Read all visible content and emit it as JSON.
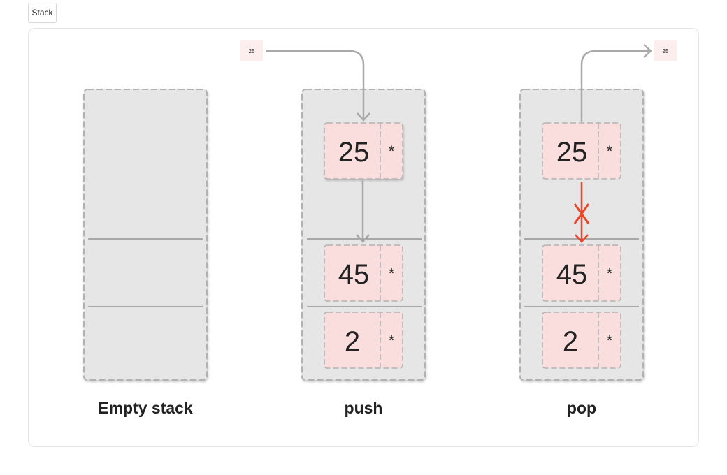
{
  "frame": {
    "tab_label": "Stack"
  },
  "diagrams": {
    "empty": {
      "caption": "Empty stack"
    },
    "push": {
      "caption": "push",
      "incoming_label": "25",
      "nodes": [
        {
          "value": "25",
          "pointer": "*"
        },
        {
          "value": "45",
          "pointer": "*"
        },
        {
          "value": "2",
          "pointer": "*"
        }
      ]
    },
    "pop": {
      "caption": "pop",
      "outgoing_label": "25",
      "nodes": [
        {
          "value": "25",
          "pointer": "*"
        },
        {
          "value": "45",
          "pointer": "*"
        },
        {
          "value": "2",
          "pointer": "*"
        }
      ]
    }
  },
  "colors": {
    "stack_fill": "#e6e6e6",
    "stack_border": "#b2b2b2",
    "node_fill": "#fadede",
    "arrow": "#a9a9a9",
    "cut_arrow": "#e8472b"
  }
}
